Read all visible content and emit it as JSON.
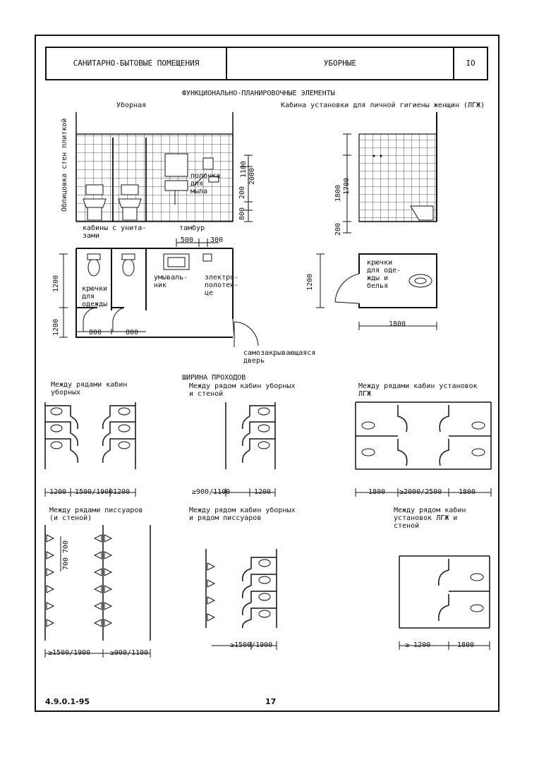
{
  "header": {
    "section": "САНИТАРНО-БЫТОВЫЕ ПОМЕЩЕНИЯ",
    "topic": "УБОРНЫЕ",
    "sheet": "IO"
  },
  "main_title": "ФУНКЦИОНАЛЬНО-ПЛАНИРОВОЧНЫЕ ЭЛЕМЕНТЫ",
  "toilet": {
    "title": "Уборная",
    "wall_tile": "Облицовка стен плиткой",
    "soap_shelf": "полочка\nдля\nмыла",
    "cabins": "кабины с унита-\nзами",
    "vestibule": "тамбур",
    "hooks": "крючки\nдля\nодежды",
    "washbasin": "умываль-\nник",
    "towel": "электро-\nполотен-\nце",
    "door": "самозакрывающаяся\nдверь",
    "dims": {
      "d2000": "2000",
      "d1100": "1100",
      "d200": "200",
      "d800v": "800",
      "d500": "500",
      "d300": "300",
      "d1200": "1200",
      "d1200b": "1200",
      "d800a": "800",
      "d800b": "800"
    }
  },
  "hygiene": {
    "title": "Кабина установки для личной гигиены женщин (ЛГЖ)",
    "hooks": "крючки\nдля оде-\nжды и\nбелья",
    "dims": {
      "d1800v": "1800",
      "d1700": "1700",
      "d200": "200",
      "d1200": "1200",
      "d1800": "1800"
    }
  },
  "passages": {
    "title": "ШИРИНА ПРОХОДОВ",
    "p1": {
      "title": "Между рядами кабин\nуборных",
      "dims": [
        "1200",
        "1500/1900",
        "1200"
      ]
    },
    "p2": {
      "title": "Между рядом кабин уборных\nи стеной",
      "dims": [
        "≥900/1100",
        "1200"
      ]
    },
    "p3": {
      "title": "Между рядами кабин установок\nЛГЖ",
      "dims": [
        "1800",
        "≥2000/2500",
        "1800"
      ]
    },
    "p4": {
      "title": "Между рядами писсуаров\n(и стеной)",
      "dims": [
        "700",
        "700",
        "≥1500/1900",
        "≥900/1100"
      ]
    },
    "p5": {
      "title": "Между рядом кабин уборных\nи рядом писсуаров",
      "dims": [
        "≥1500/1900"
      ]
    },
    "p6": {
      "title": "Между рядом кабин\nустановок ЛГЖ и\nстеной",
      "dims": [
        "≥ 1200",
        "1800"
      ]
    }
  },
  "footer": {
    "code": "4.9.0.1-95",
    "page": "17"
  }
}
